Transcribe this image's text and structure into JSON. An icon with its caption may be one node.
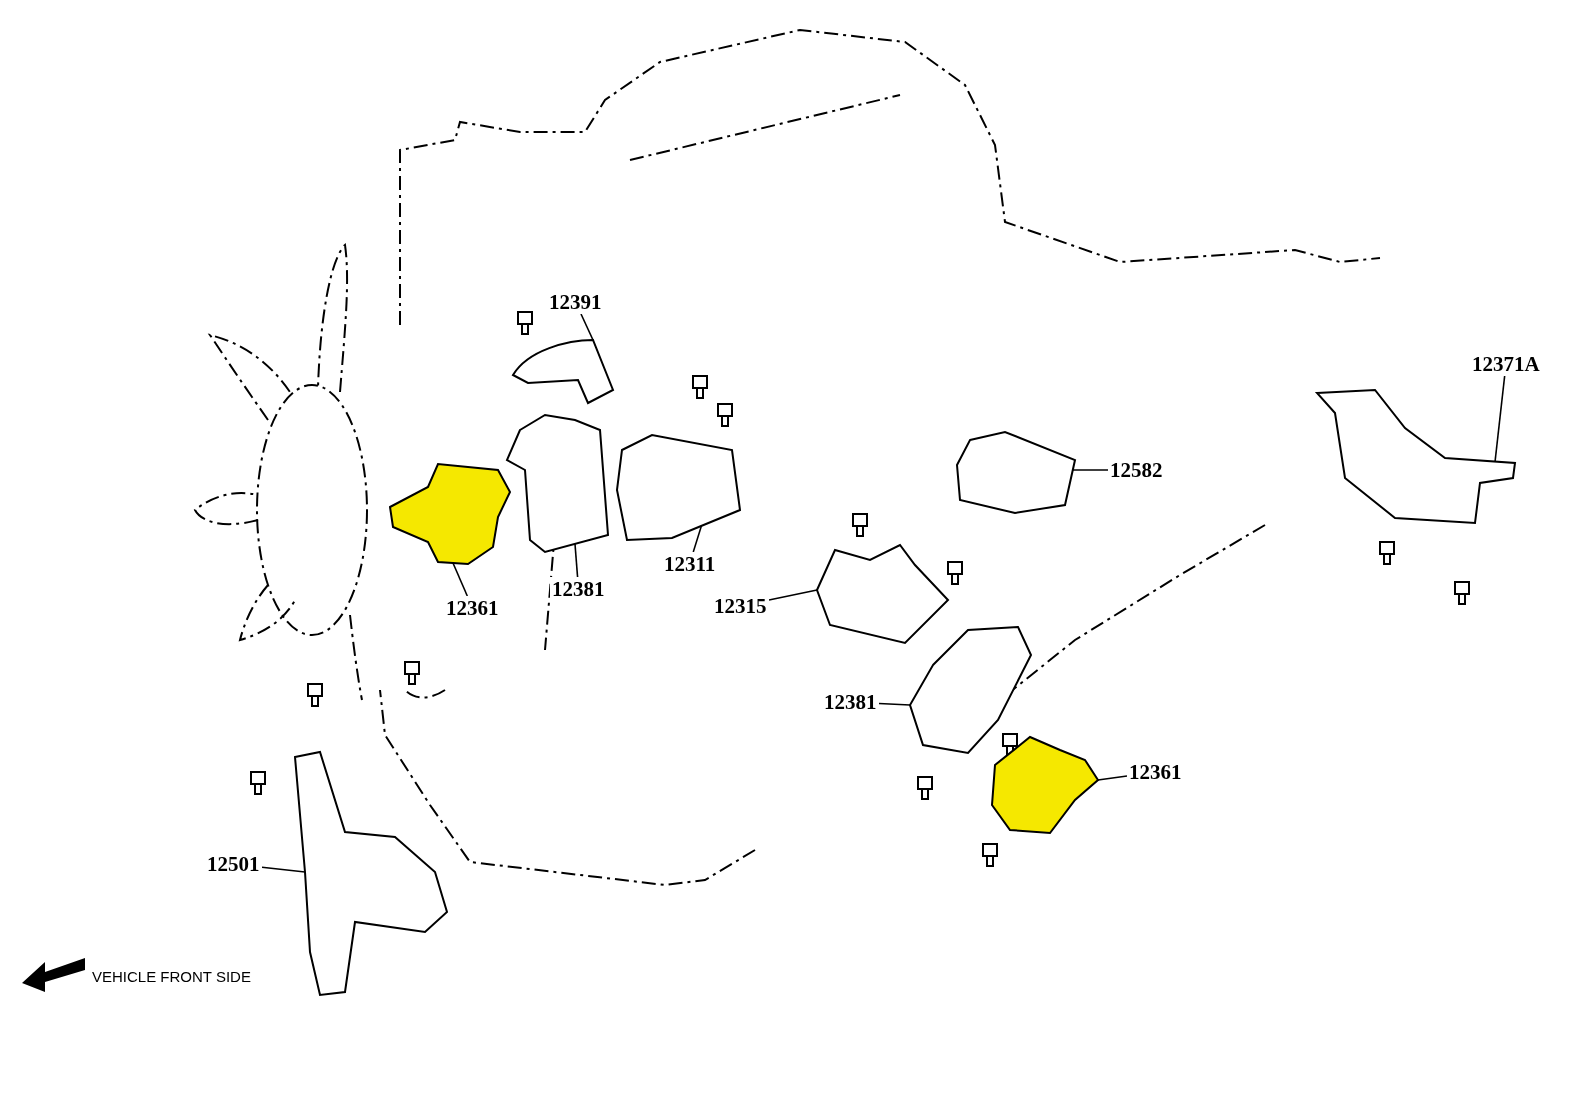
{
  "diagram": {
    "nodes": [
      {
        "text": [
          "12391"
        ]
      },
      {
        "text": [],
        "shape": "picture"
      },
      {
        "text": [
          "12361"
        ]
      },
      {
        "text": [],
        "shape": "picture"
      },
      {
        "text": [
          "12381"
        ]
      },
      {
        "text": [],
        "shape": "picture"
      },
      {
        "text": [
          "12311"
        ]
      },
      {
        "text": [],
        "shape": "picture"
      },
      {
        "text": [
          "12582"
        ]
      },
      {
        "text": [],
        "shape": "picture"
      },
      {
        "text": [
          "12371A"
        ]
      },
      {
        "text": [],
        "shape": "picture"
      },
      {
        "text": [
          "12315"
        ]
      },
      {
        "text": [],
        "shape": "picture"
      },
      {
        "text": [
          "12381"
        ]
      },
      {
        "text": [],
        "shape": "picture"
      },
      {
        "text": [
          "12361"
        ]
      },
      {
        "text": [],
        "shape": "picture"
      },
      {
        "text": [
          "12501"
        ]
      },
      {
        "text": [],
        "shape": "picture"
      }
    ],
    "edges": [
      {
        "from": 0,
        "to": 1,
        "arrow": "none"
      },
      {
        "from": 2,
        "to": 3,
        "arrow": "none"
      },
      {
        "from": 4,
        "to": 5,
        "arrow": "none"
      },
      {
        "from": 6,
        "to": 7,
        "arrow": "none"
      },
      {
        "from": 8,
        "to": 9,
        "arrow": "none"
      },
      {
        "from": 10,
        "to": 11,
        "arrow": "none"
      },
      {
        "from": 12,
        "to": 13,
        "arrow": "none"
      },
      {
        "from": 14,
        "to": 15,
        "arrow": "none"
      },
      {
        "from": 16,
        "to": 17,
        "arrow": "none"
      },
      {
        "from": 18,
        "to": 19,
        "arrow": "none"
      }
    ],
    "labels": [
      "VEHICLE FRONT SIDE"
    ]
  }
}
